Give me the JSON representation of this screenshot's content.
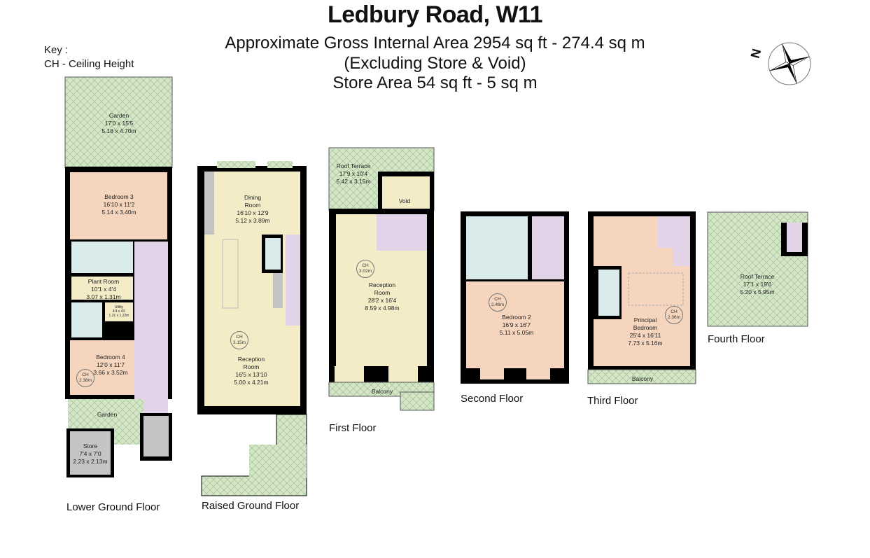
{
  "header": {
    "title": "Ledbury Road, W11",
    "area_line": "Approximate Gross Internal Area 2954 sq ft - 274.4 sq m",
    "exclusion_line": "(Excluding Store & Void)",
    "store_line": "Store Area 54 sq ft - 5 sq m"
  },
  "key": {
    "heading": "Key :",
    "items": [
      "CH - Ceiling Height"
    ]
  },
  "compass": {
    "label": "N",
    "icon": "compass-rose-icon"
  },
  "colors": {
    "wall": "#000000",
    "outdoor": "#d3e6c6",
    "bedroom": "#f5d5bd",
    "living": "#f3ecc7",
    "bathroom": "#d9ebeb",
    "stairs": "#e3d3e8",
    "storage": "#c4c4c4"
  },
  "floors": [
    {
      "name": "Lower Ground Floor",
      "rooms": [
        {
          "name": "Garden",
          "imperial": "17'0 x 15'5",
          "metric": "5.18 x 4.70m"
        },
        {
          "name": "Bedroom 3",
          "imperial": "16'10 x 11'2",
          "metric": "5.14 x 3.40m"
        },
        {
          "name": "Plant Room",
          "imperial": "10'1 x 4'4",
          "metric": "3.07 x 1.31m"
        },
        {
          "name": "Utility",
          "imperial": "4'4 x 4'0",
          "metric": "1.31 x 1.22m"
        },
        {
          "name": "Bedroom 4",
          "imperial": "12'0 x 11'7",
          "metric": "3.66 x 3.52m",
          "ch_label": "CH",
          "ch": "2.38m"
        },
        {
          "name": "Garden",
          "imperial": "",
          "metric": ""
        },
        {
          "name": "Store",
          "imperial": "7'4 x 7'0",
          "metric": "2.23 x 2.13m"
        }
      ]
    },
    {
      "name": "Raised Ground Floor",
      "rooms": [
        {
          "name": "Dining Room",
          "line1": "Dining",
          "line2": "Room",
          "imperial": "16'10 x 12'9",
          "metric": "5.12 x 3.89m"
        },
        {
          "name": "Reception Room",
          "line1": "Reception",
          "line2": "Room",
          "imperial": "16'5 x 13'10",
          "metric": "5.00 x 4.21m",
          "ch_label": "CH",
          "ch": "3.15m"
        }
      ]
    },
    {
      "name": "First Floor",
      "rooms": [
        {
          "name": "Roof Terrace",
          "imperial": "17'9 x 10'4",
          "metric": "5.42 x 3.15m"
        },
        {
          "name": "Void"
        },
        {
          "name": "Reception Room",
          "line1": "Reception",
          "line2": "Room",
          "imperial": "28'2 x 16'4",
          "metric": "8.59 x 4.98m",
          "ch_label": "CH",
          "ch": "3.02m"
        },
        {
          "name": "Balcony"
        }
      ]
    },
    {
      "name": "Second Floor",
      "rooms": [
        {
          "name": "Bedroom 2",
          "imperial": "16'9 x 16'7",
          "metric": "5.11 x 5.05m",
          "ch_label": "CH",
          "ch": "2.48m"
        }
      ]
    },
    {
      "name": "Third Floor",
      "rooms": [
        {
          "name": "Principal Bedroom",
          "line1": "Principal",
          "line2": "Bedroom",
          "imperial": "25'4 x 16'11",
          "metric": "7.73 x 5.16m",
          "ch_label": "CH",
          "ch": "2.36m"
        },
        {
          "name": "Balcony"
        }
      ]
    },
    {
      "name": "Fourth Floor",
      "rooms": [
        {
          "name": "Roof Terrace",
          "imperial": "17'1 x 19'6",
          "metric": "5.20 x 5.95m"
        }
      ]
    }
  ]
}
